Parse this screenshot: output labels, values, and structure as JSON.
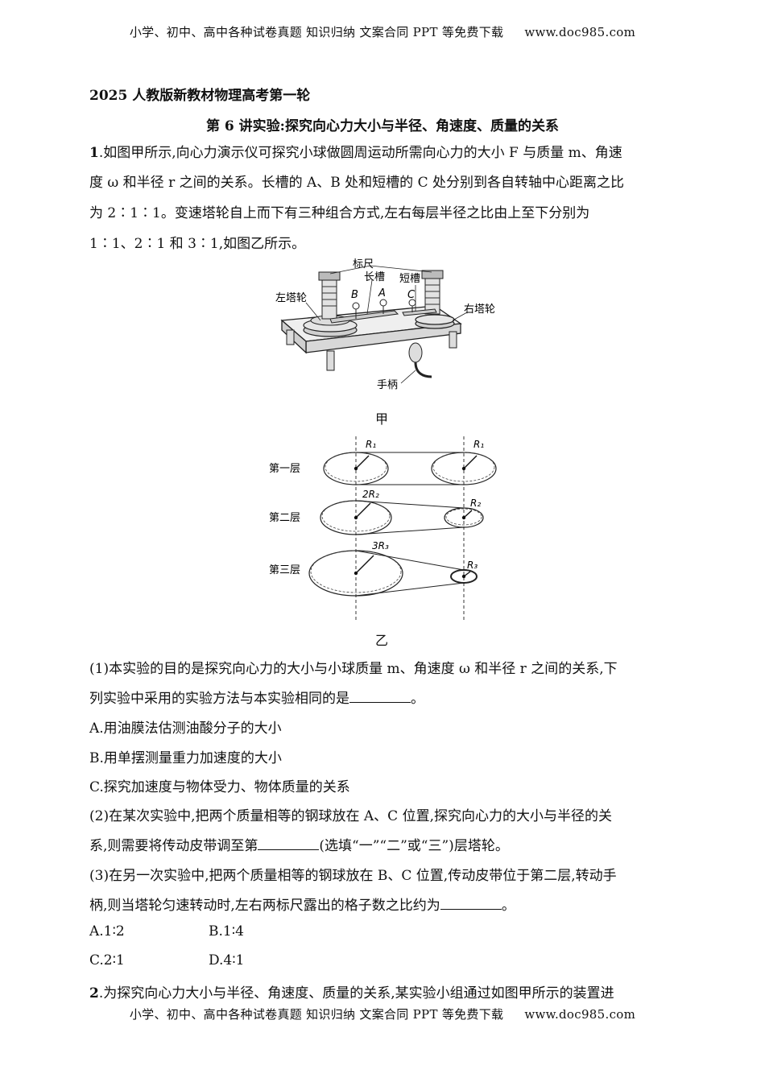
{
  "header": {
    "text": "小学、初中、高中各种试卷真题  知识归纳  文案合同  PPT 等免费下载",
    "url": "www.doc985.com"
  },
  "footer": {
    "text": "小学、初中、高中各种试卷真题  知识归纳  文案合同  PPT 等免费下载",
    "url": "www.doc985.com"
  },
  "doc_title": "2025 人教版新教材物理高考第一轮",
  "lecture_title": "第 6 讲实验:探究向心力大小与半径、角速度、质量的关系",
  "q1": {
    "num": "1",
    "lines": [
      ".如图甲所示,向心力演示仪可探究小球做圆周运动所需向心力的大小 F 与质量 m、角速",
      "度 ω 和半径 r 之间的关系。长槽的 A、B 处和短槽的 C 处分别到各自转轴中心距离之比",
      "为 2∶1∶1。变速塔轮自上而下有三种组合方式,左右每层半径之比由上至下分别为",
      "1∶1、2∶1 和 3∶1,如图乙所示。"
    ],
    "fig1": {
      "caption": "甲",
      "labels": {
        "ruler": "标尺",
        "long_slot": "长槽",
        "short_slot": "短槽",
        "left_wheel": "左塔轮",
        "right_wheel": "右塔轮",
        "handle": "手柄",
        "A": "A",
        "B": "B",
        "C": "C"
      }
    },
    "fig2": {
      "caption": "乙",
      "layers": [
        "第一层",
        "第二层",
        "第三层"
      ],
      "left_labels": [
        "R₁",
        "2R₂",
        "3R₃"
      ],
      "right_labels": [
        "R₁",
        "R₂",
        "R₃"
      ]
    },
    "sub1": {
      "line1": "(1)本实验的目的是探究向心力的大小与小球质量 m、角速度 ω 和半径 r 之间的关系,下",
      "line2a": "列实验中采用的实验方法与本实验相同的是",
      "line2b": "。",
      "options": [
        "A.用油膜法估测油酸分子的大小",
        "B.用单摆测量重力加速度的大小",
        "C.探究加速度与物体受力、物体质量的关系"
      ]
    },
    "sub2": {
      "line1": "(2)在某次实验中,把两个质量相等的钢球放在 A、C 位置,探究向心力的大小与半径的关",
      "line2a": "系,则需要将传动皮带调至第",
      "line2b": "(选填“一”“二”或“三”)层塔轮。"
    },
    "sub3": {
      "line1": "(3)在另一次实验中,把两个质量相等的钢球放在 B、C 位置,传动皮带位于第二层,转动手",
      "line2a": "柄,则当塔轮匀速转动时,左右两标尺露出的格子数之比约为",
      "line2b": "。",
      "optA": "A.1∶2",
      "optB": "B.1∶4",
      "optC": "C.2∶1",
      "optD": "D.4∶1"
    }
  },
  "q2": {
    "num": "2",
    "text": ".为探究向心力大小与半径、角速度、质量的关系,某实验小组通过如图甲所示的装置进"
  }
}
